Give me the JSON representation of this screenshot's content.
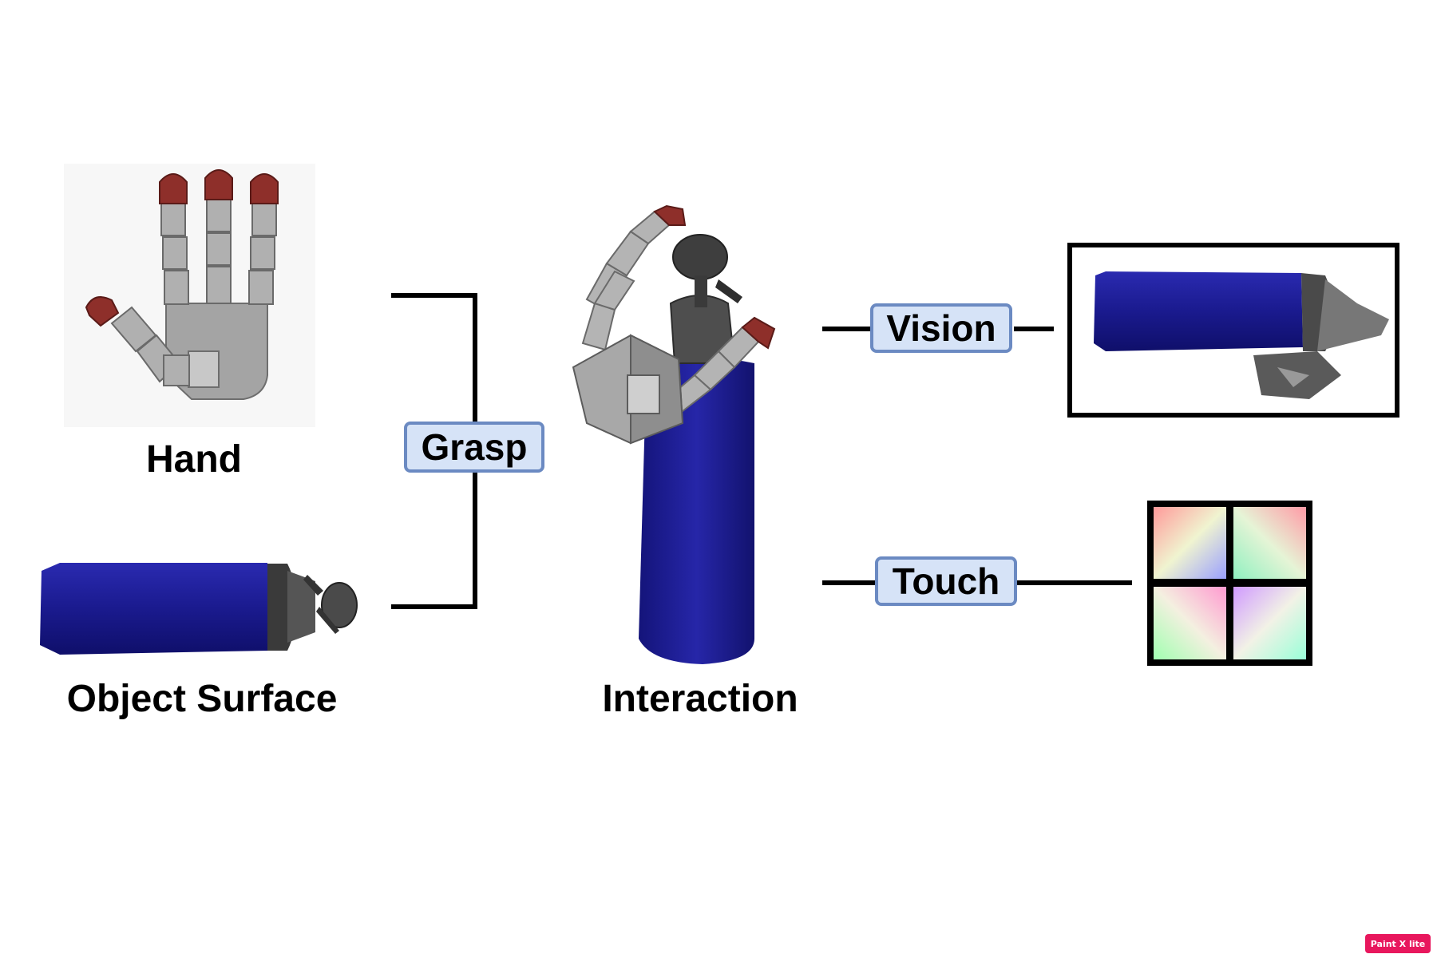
{
  "labels": {
    "hand": "Hand",
    "object_surface": "Object Surface",
    "interaction": "Interaction"
  },
  "chips": {
    "grasp": "Grasp",
    "vision": "Vision",
    "touch": "Touch"
  },
  "watermark": "Paint X lite",
  "colors": {
    "chip_fill": "#d6e3f7",
    "chip_border": "#6b8ac2",
    "bottle_blue": "#1a1a8c",
    "finger_tip_red": "#8e2f2a",
    "hand_gray": "#9a9a9a",
    "cap_dark": "#4a4a4a",
    "watermark": "#e8175d"
  },
  "icons": [
    "robot-hand-icon",
    "bottle-icon",
    "hand-grasping-bottle-icon",
    "vision-view-icon",
    "tactile-grid-icon"
  ]
}
